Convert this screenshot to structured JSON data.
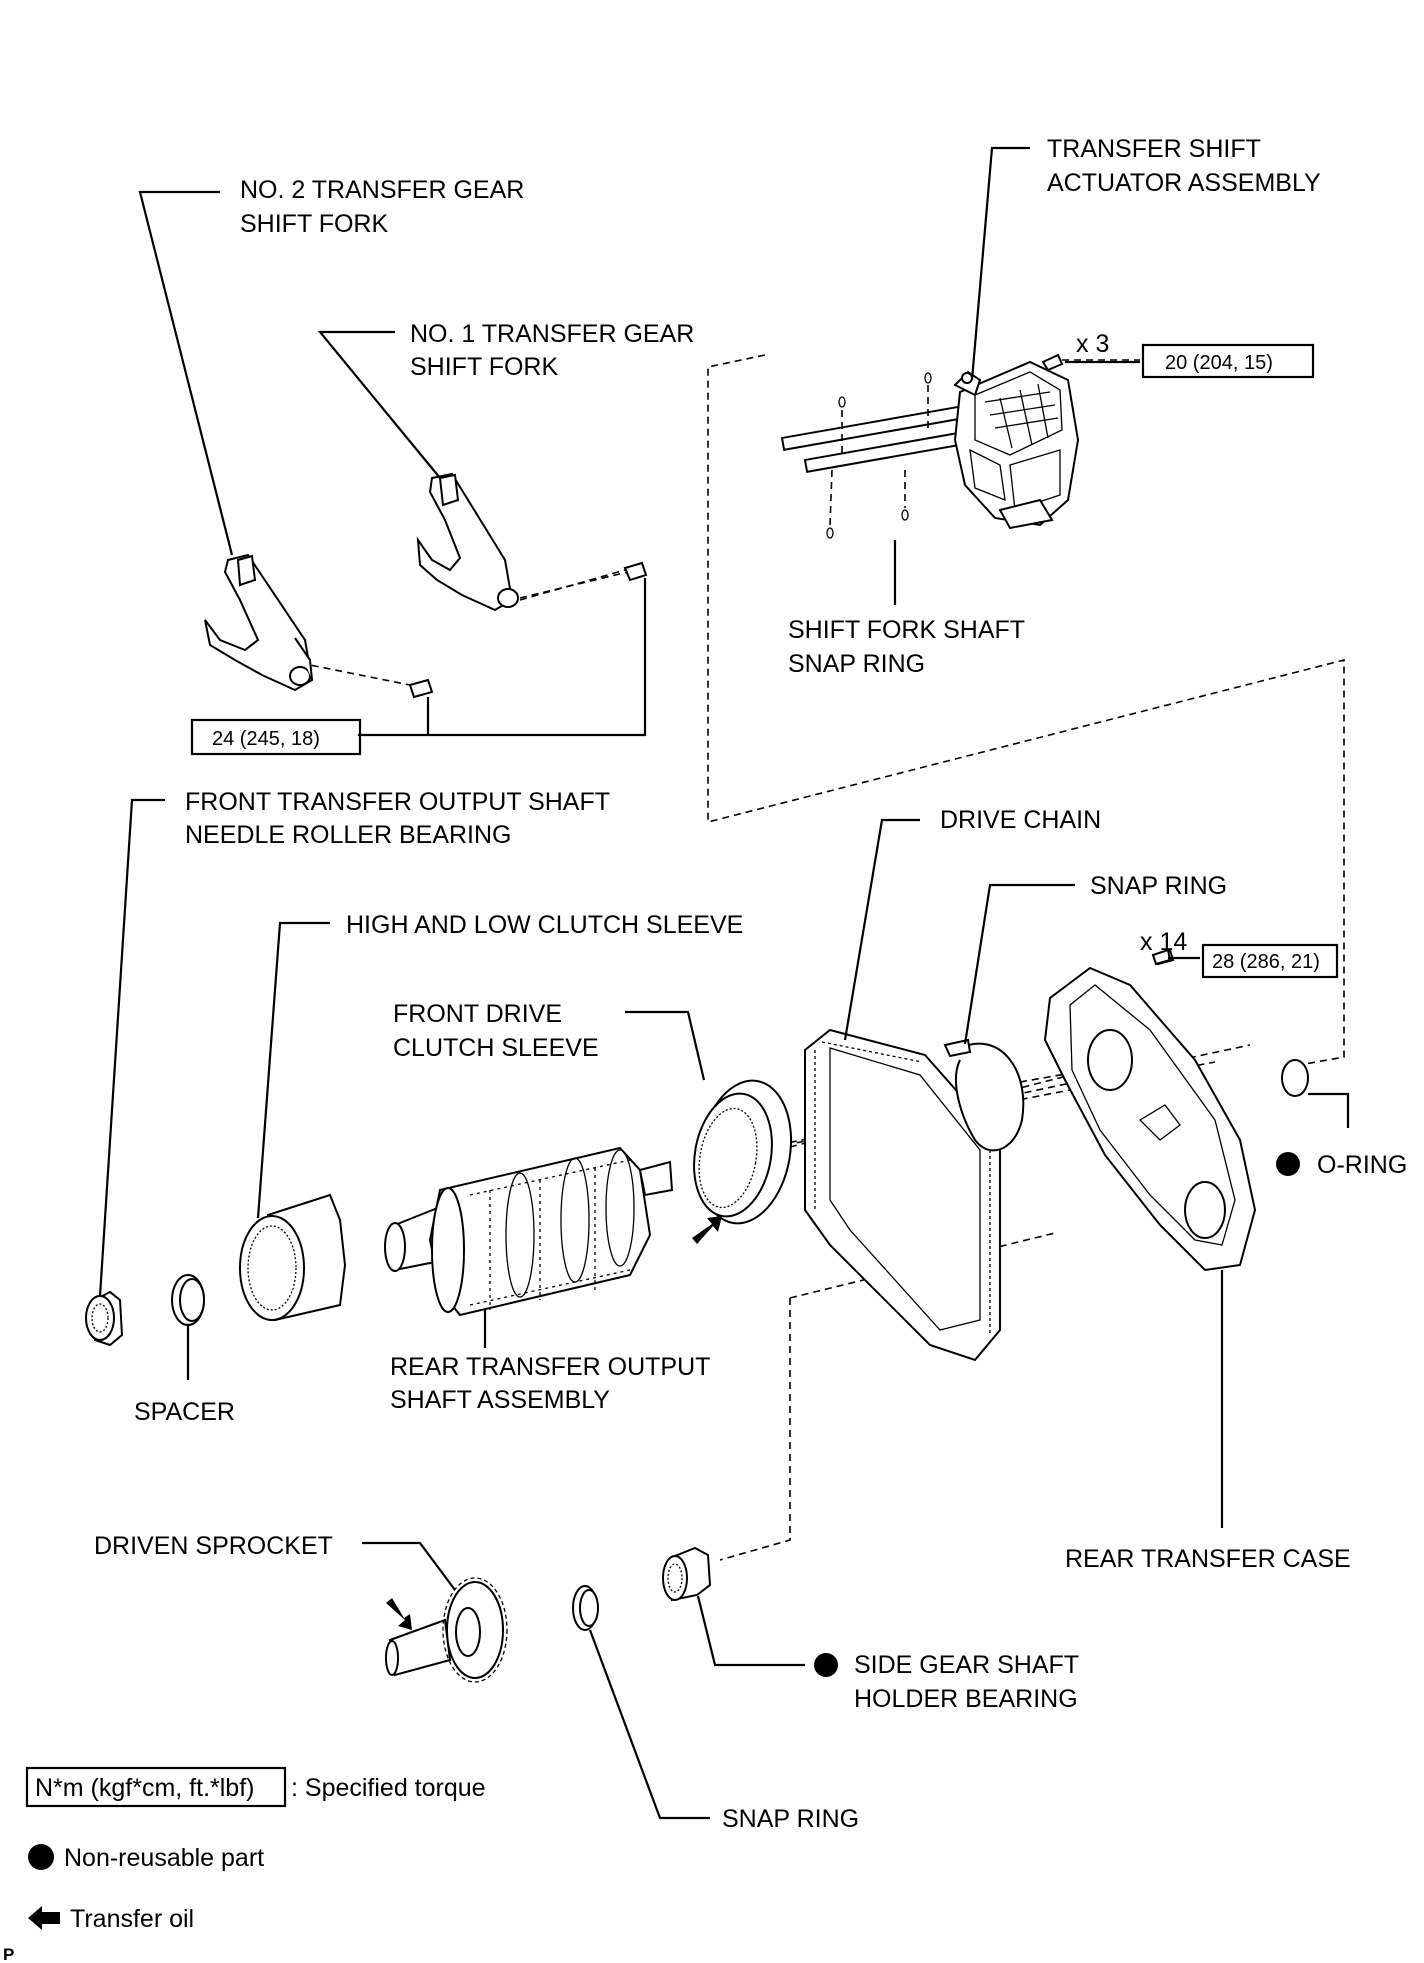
{
  "labels": {
    "transfer_shift_actuator": [
      "TRANSFER SHIFT",
      "ACTUATOR ASSEMBLY"
    ],
    "no2_fork": [
      "NO. 2 TRANSFER GEAR",
      "SHIFT FORK"
    ],
    "no1_fork": [
      "NO. 1 TRANSFER GEAR",
      "SHIFT FORK"
    ],
    "shift_fork_shaft_snap_ring": [
      "SHIFT FORK SHAFT",
      "SNAP RING"
    ],
    "front_output_bearing": [
      "FRONT TRANSFER OUTPUT SHAFT",
      "NEEDLE ROLLER BEARING"
    ],
    "drive_chain": "DRIVE CHAIN",
    "snap_ring_top": "SNAP RING",
    "high_low_sleeve": "HIGH AND LOW CLUTCH SLEEVE",
    "front_drive_sleeve": [
      "FRONT DRIVE",
      "CLUTCH SLEEVE"
    ],
    "o_ring": "O-RING",
    "rear_output_shaft": [
      "REAR TRANSFER OUTPUT",
      "SHAFT ASSEMBLY"
    ],
    "spacer": "SPACER",
    "driven_sprocket": "DRIVEN SPROCKET",
    "rear_transfer_case": "REAR TRANSFER CASE",
    "side_gear_bearing": [
      "SIDE GEAR SHAFT",
      "HOLDER BEARING"
    ],
    "snap_ring_bottom": "SNAP RING"
  },
  "torques": {
    "actuator_bolts": {
      "qty": "x 3",
      "value": "20 (204, 15)"
    },
    "fork_bolts": {
      "value": "24 (245, 18)"
    },
    "case_bolts": {
      "qty": "x 14",
      "value": "28 (286, 21)"
    }
  },
  "legend": {
    "torque_box": "N*m (kgf*cm, ft.*lbf)",
    "torque_desc": ": Specified torque",
    "non_reusable": "Non-reusable part",
    "transfer_oil": "Transfer oil"
  },
  "corner_mark": "P"
}
